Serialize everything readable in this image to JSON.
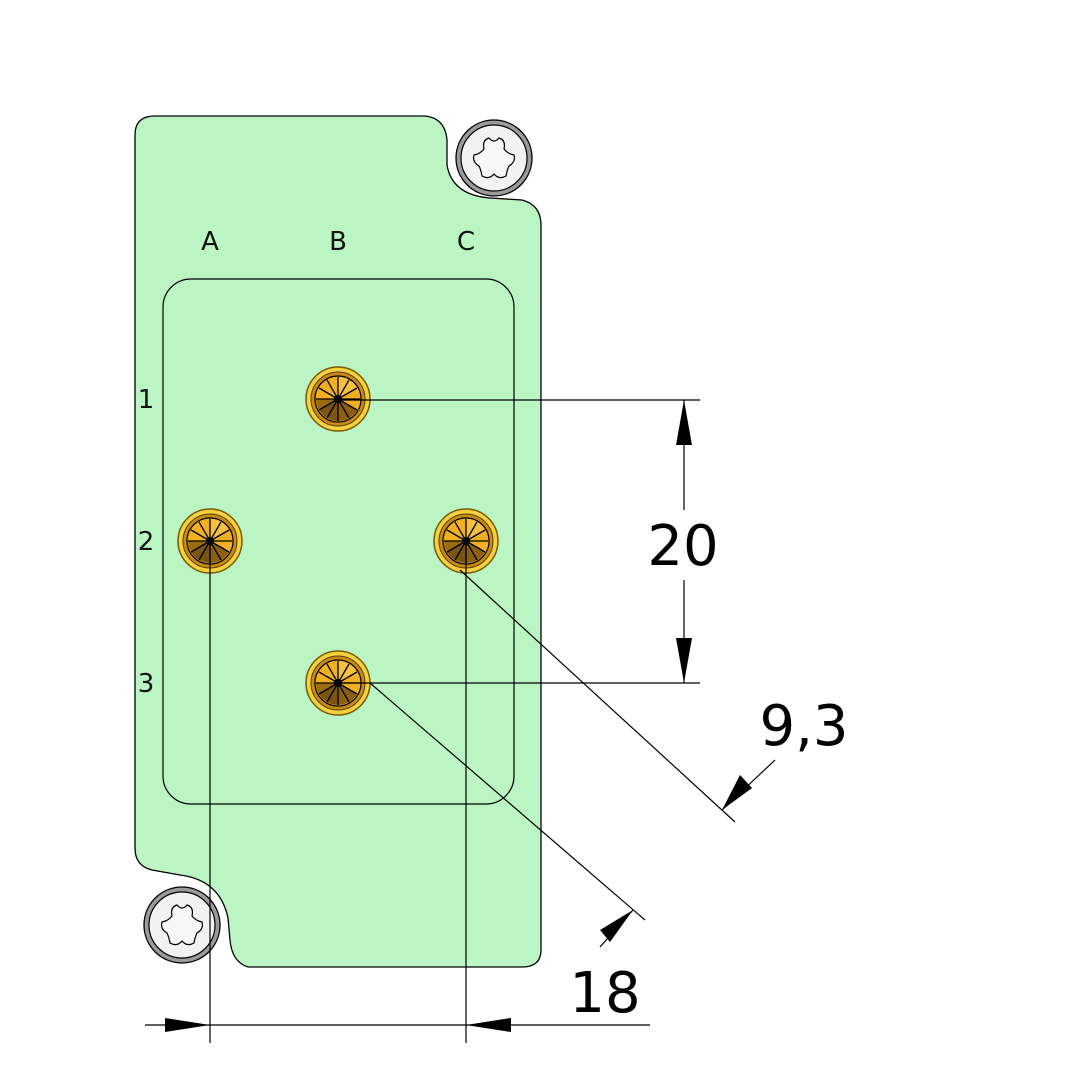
{
  "columns": [
    "A",
    "B",
    "C"
  ],
  "rows": [
    "1",
    "2",
    "3"
  ],
  "dimensions": {
    "vertical_pitch": "20",
    "diagonal_pitch": "9,3",
    "diagonal_pitch_2": "18"
  },
  "colors": {
    "plate": "#bbf5c3",
    "pin_gold": "#f0b020",
    "screw": "#f2f2f2"
  }
}
